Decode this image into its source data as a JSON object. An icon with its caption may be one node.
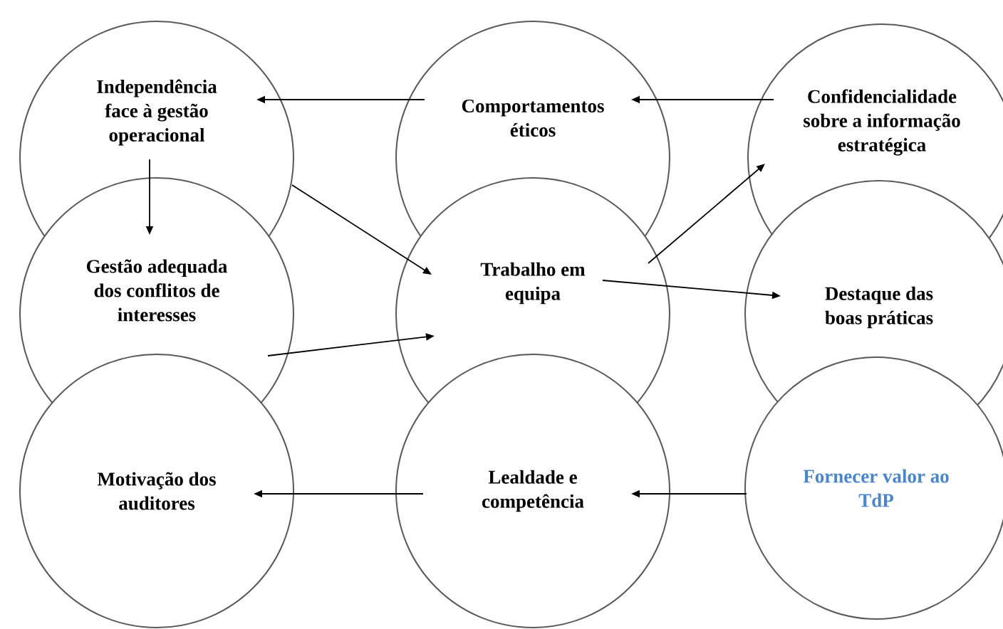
{
  "diagram": {
    "nodes": [
      {
        "text": [
          "Independência face à gestão operacional"
        ]
      },
      {
        "text": [
          "Comportamentos éticos"
        ]
      },
      {
        "text": [
          "Confidencialidade sobre a informação estratégica"
        ]
      },
      {
        "text": [
          "Gestão adequada dos conflitos de interesses"
        ]
      },
      {
        "text": [
          "Trabalho em equipa"
        ]
      },
      {
        "text": [
          "Destaque das boas práticas"
        ]
      },
      {
        "text": [
          "Motivação dos auditores"
        ]
      },
      {
        "text": [
          "Lealdade e competência"
        ]
      },
      {
        "text": [
          "Fornecer valor ao TdP"
        ]
      }
    ],
    "edges": [
      {
        "from": 1,
        "to": 0,
        "arrow": "to"
      },
      {
        "from": 2,
        "to": 1,
        "arrow": "to"
      },
      {
        "from": 0,
        "to": 3,
        "arrow": "to"
      },
      {
        "from": 0,
        "to": 4,
        "arrow": "to"
      },
      {
        "from": 3,
        "to": 4,
        "arrow": "to"
      },
      {
        "from": 4,
        "to": 2,
        "arrow": "to"
      },
      {
        "from": 4,
        "to": 5,
        "arrow": "to"
      },
      {
        "from": 7,
        "to": 6,
        "arrow": "to"
      },
      {
        "from": 8,
        "to": 7,
        "arrow": "to"
      }
    ]
  }
}
